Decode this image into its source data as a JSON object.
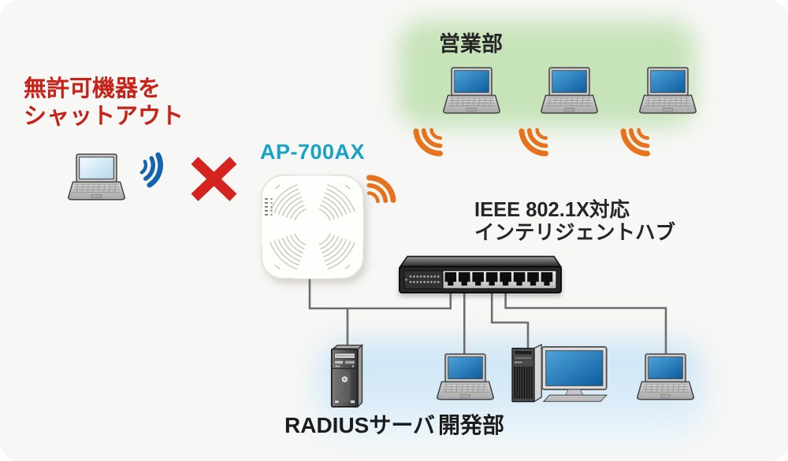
{
  "diagram": {
    "blocked_device": {
      "note_lines": [
        "無許可機器を",
        "シャットアウト"
      ],
      "device": "laptop",
      "icons": [
        "laptop-icon",
        "wifi-signal-icon",
        "x-mark-icon"
      ]
    },
    "access_point": {
      "model": "AP-700AX",
      "icons": [
        "access-point-icon",
        "wifi-signal-icon"
      ]
    },
    "sales_group": {
      "label": "営業部",
      "laptop_count": 3,
      "icons": [
        "laptop-icon",
        "wifi-signal-icon"
      ]
    },
    "hub": {
      "caption_lines": [
        "IEEE 802.1X対応",
        "インテリジェントハブ"
      ],
      "port_count": 8,
      "icon": "switch-hub-icon"
    },
    "radius_server": {
      "label": "RADIUSサーバ",
      "icon": "server-tower-icon"
    },
    "dev_group": {
      "label": "開発部",
      "devices": [
        "laptop",
        "desktop-pc",
        "laptop"
      ],
      "icons": [
        "laptop-icon",
        "desktop-pc-icon"
      ]
    }
  },
  "colors": {
    "alert_red": "#c92017",
    "block_red": "#d52420",
    "ap_teal": "#17a3c5",
    "wifi_orange": "#e8721c",
    "wifi_blue": "#1565ae",
    "sales_green": "#c7e3ba",
    "dev_blue": "#cde4f4",
    "screen_blue": "#1472b4",
    "hub_black": "#262626",
    "cable_gray": "#6e6e6e",
    "text_dark": "#262626",
    "canvas_bg": "#f7f7f5"
  }
}
